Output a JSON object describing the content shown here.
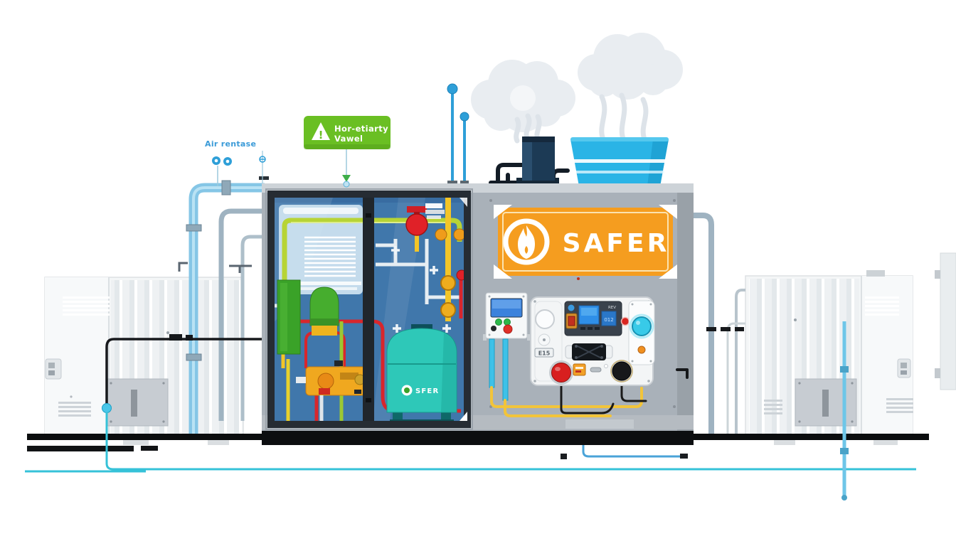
{
  "scene": {
    "warning_label": {
      "line1": "Hor-etiarty",
      "line2": "Vawel",
      "mark": "!"
    },
    "air_vent_label": "Air rentase",
    "banner": {
      "text": "SAFER"
    },
    "tank": {
      "logo_text": "SFER"
    },
    "control_panel": {
      "chip_label": "E15",
      "display_caption": "REV",
      "display_digits": "012"
    },
    "colors": {
      "banner_orange": "#F59D1F",
      "label_green": "#6ABF23",
      "pipe_blue": "#85C6E6",
      "pipe_cyan": "#35C2D8",
      "glass_blue": "#4077AB",
      "tank_teal": "#2EC8B8",
      "pipe_yellow": "#F3C527",
      "pipe_red": "#D8262C",
      "pipe_lime": "#B7D435"
    }
  }
}
